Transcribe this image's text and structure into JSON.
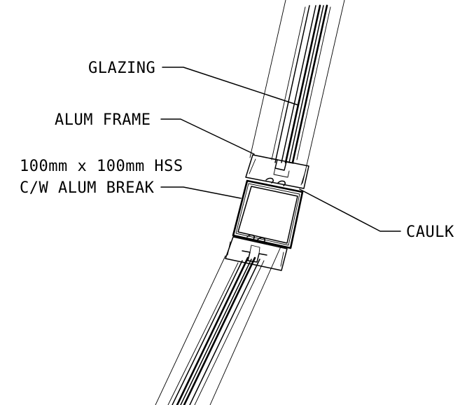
{
  "labels": {
    "glazing": "GLAZING",
    "alum_frame": "ALUM FRAME",
    "hss_line1": "100mm x 100mm HSS",
    "hss_line2": "C/W ALUM BREAK",
    "caulk": "CAULK"
  },
  "colors": {
    "line": "#000000",
    "background": "#ffffff"
  }
}
